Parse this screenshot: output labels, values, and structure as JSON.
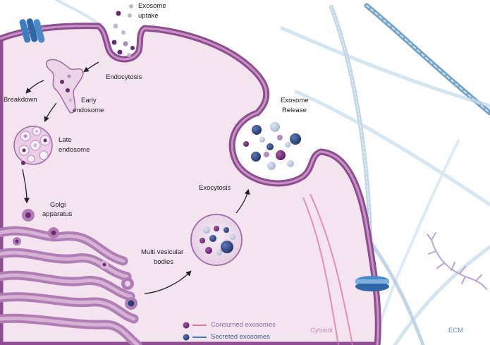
{
  "labels": {
    "exosome_uptake_1": "Exosome",
    "exosome_uptake_2": "uptake",
    "endocytosis": "Endocytosis",
    "breakdown": "Breakdown",
    "early_1": "Early",
    "early_2": "endosome",
    "late_1": "Late",
    "late_2": "endosome",
    "golgi_1": "Golgi",
    "golgi_2": "apparatus",
    "mvb_1": "Multi vesicular",
    "mvb_2": "bodies",
    "exocytosis": "Exocytosis",
    "release_1": "Exosome",
    "release_2": "Release",
    "cytosol": "Cytosol",
    "ecm": "ECM"
  },
  "legend": {
    "consumed": "Consumed exosomes",
    "secreted": "Secreted exosomes"
  },
  "colors": {
    "membrane": "#9a5a9c",
    "membrane_inner": "#c88fc6",
    "cytoplasm": "#f4e6f1",
    "vesicle_purple": "#6b2a72",
    "vesicle_blue": "#2a3f7a",
    "fiber_blue": "#7aa8c8",
    "fiber_pink": "#e07aa3",
    "channel_blue": "#3a7fc2"
  }
}
